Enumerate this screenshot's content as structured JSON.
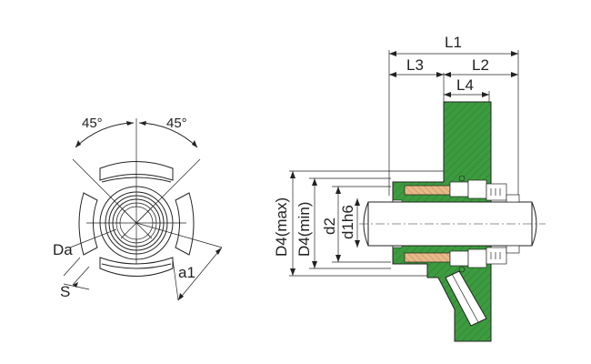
{
  "front_view": {
    "angle_left": "45°",
    "angle_right": "45°",
    "label_da": "Da",
    "label_s": "S",
    "label_a1": "a1"
  },
  "section_view": {
    "label_l1": "L1",
    "label_l2": "L2",
    "label_l3": "L3",
    "label_l4": "L4",
    "label_d4max": "D4(max)",
    "label_d4min": "D4(min)",
    "label_d2": "d2",
    "label_d1h6": "d1h6"
  },
  "colors": {
    "housing_green": "#3d9b3f",
    "seal_tan": "#e8b98a",
    "line": "#222222"
  }
}
